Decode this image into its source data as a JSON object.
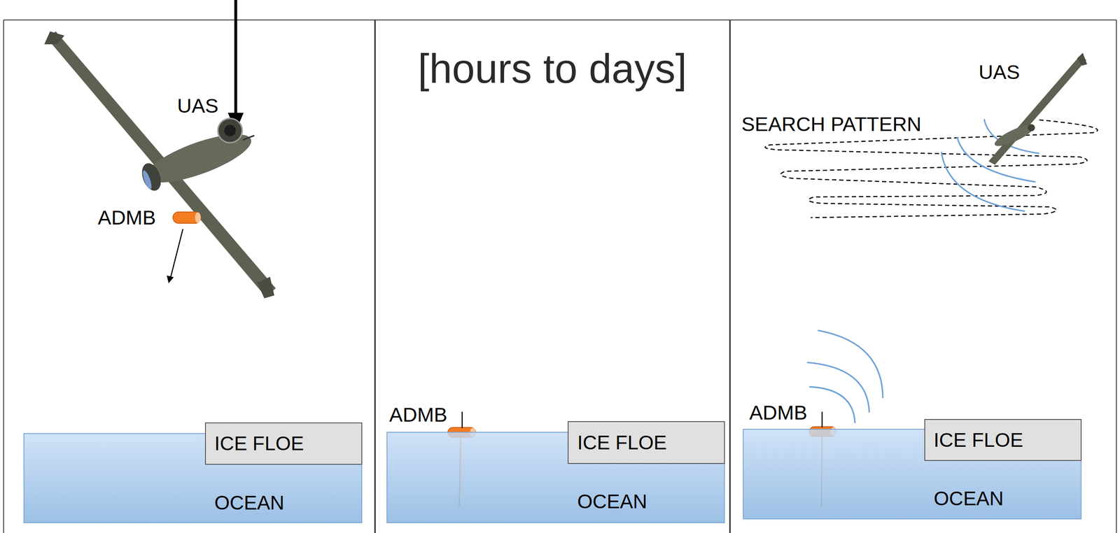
{
  "diagram": {
    "nodes": [
      {
        "text": [
          "ICE FLOE"
        ]
      },
      {
        "text": [
          "OCEAN"
        ]
      },
      {
        "text": [
          "ICE FLOE"
        ]
      },
      {
        "text": [
          "OCEAN"
        ]
      },
      {
        "text": [
          "ICE FLOE"
        ]
      },
      {
        "text": [
          "OCEAN"
        ]
      }
    ],
    "labels": [
      "UAS",
      "ADMB",
      "[hours to days]",
      "ADMB",
      "SEARCH PATTERN",
      "UAS",
      "ADMB"
    ]
  }
}
